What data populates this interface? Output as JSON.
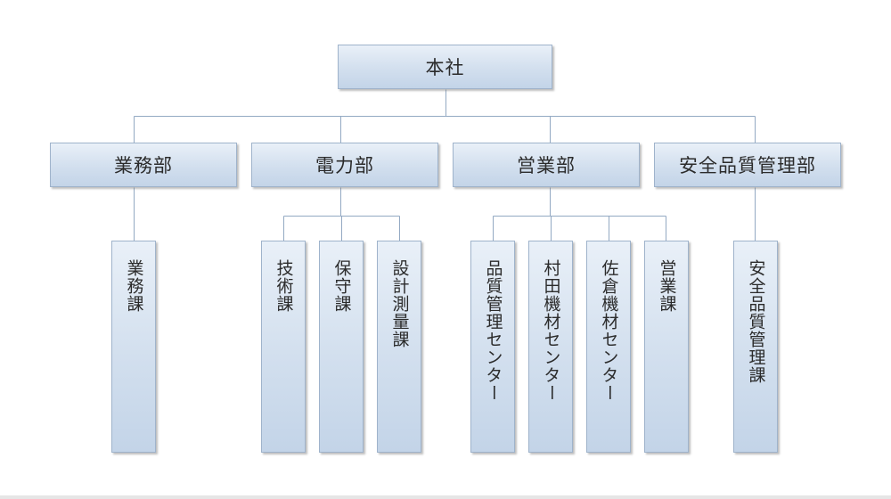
{
  "root": "本社",
  "departments": [
    {
      "name": "業務部",
      "sections": [
        "業務課"
      ]
    },
    {
      "name": "電力部",
      "sections": [
        "技術課",
        "保守課",
        "設計測量課"
      ]
    },
    {
      "name": "営業部",
      "sections": [
        "品質管理センター",
        "村田機材センター",
        "佐倉機材センター",
        "営業課"
      ]
    },
    {
      "name": "安全品質管理部",
      "sections": [
        "安全品質管理課"
      ]
    }
  ],
  "colors": {
    "line": "#93a9c3",
    "box_border": "#9fb3cb",
    "box_fill_top": "#e9f0f8",
    "box_fill_bottom": "#c3d4e8",
    "text": "#2b2b2b"
  }
}
